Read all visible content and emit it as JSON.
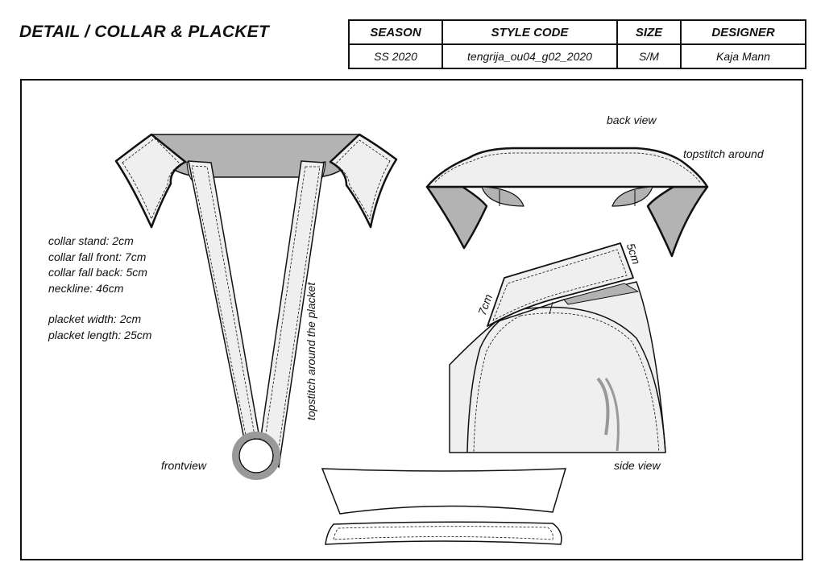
{
  "title": "DETAIL / COLLAR & PLACKET",
  "spec_table": {
    "headers": [
      "SEASON",
      "STYLE CODE",
      "SIZE",
      "DESIGNER"
    ],
    "values": [
      "SS 2020",
      "tengrija_ou04_g02_2020",
      "S/M",
      "Kaja Mann"
    ]
  },
  "specs": [
    "collar stand: 2cm",
    "collar fall front: 7cm",
    "collar fall back: 5cm",
    "neckline: 46cm",
    "placket width: 2cm",
    "placket length: 25cm"
  ],
  "labels": {
    "back_view": "back view",
    "topstitch_around": "topstitch around",
    "topstitch_placket": "topstitch around the placket",
    "frontview": "frontview",
    "side_view": "side view",
    "dim_7cm": "7cm",
    "dim_5cm": "5cm"
  },
  "colors": {
    "fabric": "#efefef",
    "shadow": "#b3b3b3",
    "ring": "#999999",
    "line": "#111111"
  }
}
